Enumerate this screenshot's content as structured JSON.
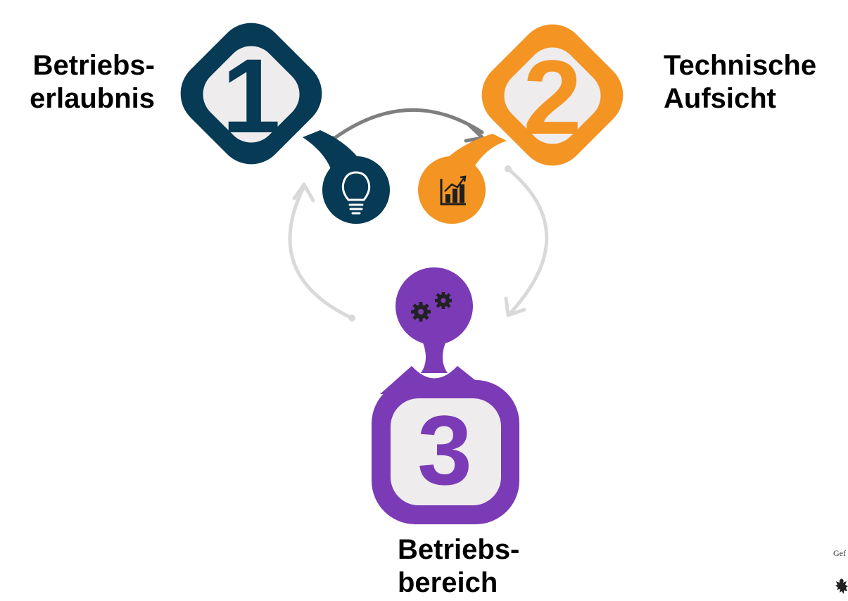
{
  "steps": [
    {
      "number": "1",
      "label_line1": "Betriebs-",
      "label_line2": "erlaubnis",
      "color": "#063a55",
      "icon": "lightbulb-icon"
    },
    {
      "number": "2",
      "label_line1": "Technische",
      "label_line2": "Aufsicht",
      "color": "#f39423",
      "icon": "bar-chart-icon"
    },
    {
      "number": "3",
      "label_line1": "Betriebs-",
      "label_line2": "bereich",
      "color": "#7b3bb6",
      "icon": "gears-icon"
    }
  ],
  "colors": {
    "badge_inner": "#eeeced",
    "arrow_dark": "#7f7f7f",
    "arrow_light": "#d9d9d9"
  },
  "footer": {
    "text": "Gef"
  }
}
